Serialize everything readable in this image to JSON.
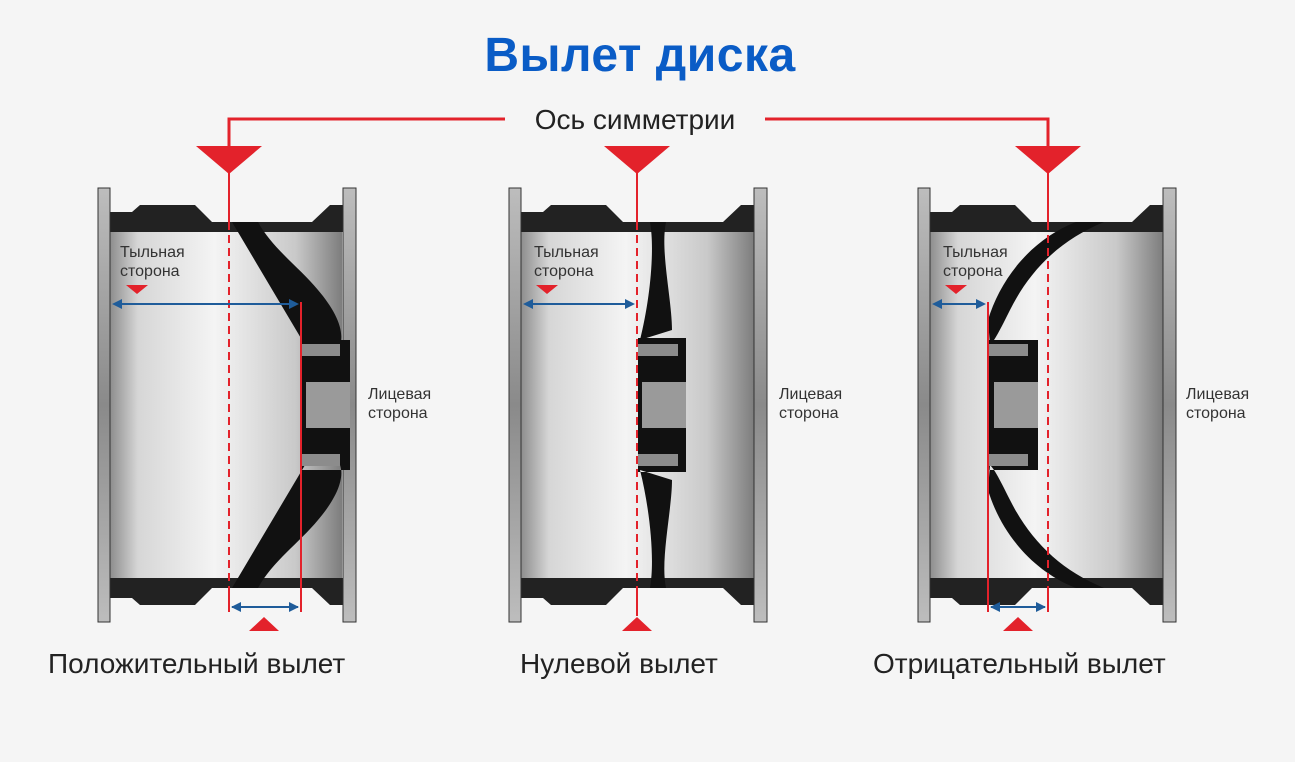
{
  "title": "Вылет диска",
  "axis_label": "Ось симметрии",
  "labels": {
    "back_line1": "Тыльная",
    "back_line2": "сторона",
    "face_line1": "Лицевая",
    "face_line2": "сторона"
  },
  "wheels": [
    {
      "caption": "Положительный вылет"
    },
    {
      "caption": "Нулевой вылет"
    },
    {
      "caption": "Отрицательный вылет"
    }
  ],
  "colors": {
    "title": "#0a5cc6",
    "axis": "#e3222b",
    "dimension": "#1f5c9a",
    "disc": "#111111"
  }
}
